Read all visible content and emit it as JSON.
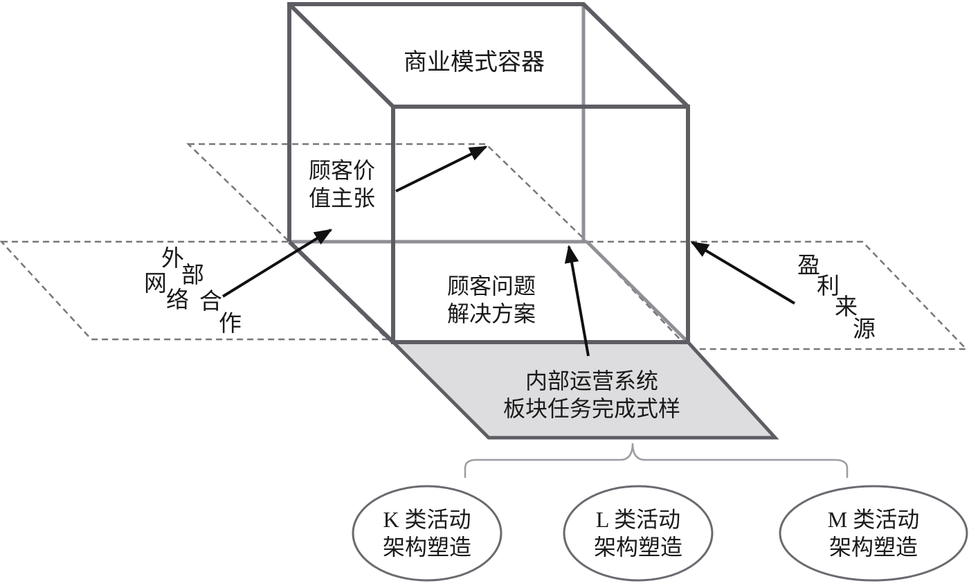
{
  "diagram": {
    "container_label": "商业模式容器",
    "value_prop": {
      "line1": "顾客价",
      "line2": "值主张"
    },
    "solution": {
      "line1": "顾客问题",
      "line2": "解决方案"
    },
    "operations": {
      "line1": "内部运营系统",
      "line2": "板块任务完成式样"
    },
    "external_network": {
      "chars": [
        "外",
        "部",
        "网",
        "络",
        "合",
        "作"
      ]
    },
    "profit_source": {
      "chars": [
        "盈",
        "利",
        "来",
        "源"
      ]
    },
    "activities": [
      {
        "line1": "K 类活动",
        "line2": "架构塑造"
      },
      {
        "line1": "L 类活动",
        "line2": "架构塑造"
      },
      {
        "line1": "M 类活动",
        "line2": "架构塑造"
      }
    ]
  }
}
